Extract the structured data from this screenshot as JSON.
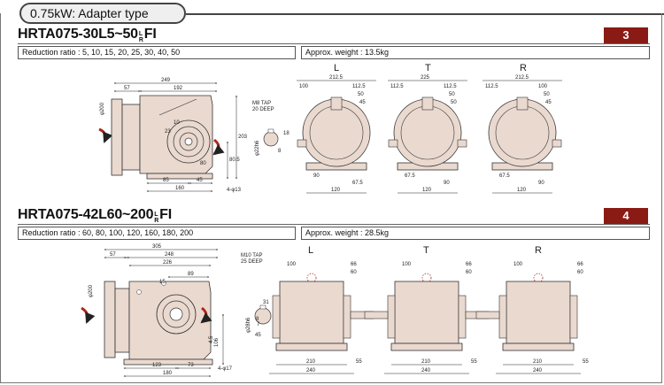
{
  "header": {
    "type_label": "0.75kW: Adapter type"
  },
  "sections": [
    {
      "title_main": "HRTA075-30L5~50",
      "title_frac_top": "L",
      "title_frac_bottom": "R",
      "title_suffix": "FI",
      "page_number": "3",
      "reduction_ratio": "Reduction ratio : 5, 10, 15, 20, 25, 30, 40, 50",
      "approx_weight": "Approx. weight : 13.5kg",
      "tap_label_1": "M8 TAP",
      "tap_label_2": "20 DEEP",
      "shaft_dia": "φ22h6",
      "flange_dia": "φ200",
      "mount_hole": "4-φ13",
      "dims_left": [
        "249",
        "57",
        "192",
        "23",
        "10",
        "80",
        "85",
        "45",
        "160",
        "80.5",
        "203",
        "18",
        "8"
      ],
      "views": [
        {
          "label": "L",
          "top_a": "212.5",
          "top_b": "100",
          "top_c": "112.5",
          "top_d": "50",
          "top_e": "45",
          "bot_a": "90",
          "bot_b": "67.5",
          "bot_c": "120"
        },
        {
          "label": "T",
          "top_a": "225",
          "top_b": "112.5",
          "top_c": "112.5",
          "top_d": "50",
          "top_e": "50",
          "bot_a": "67.5",
          "bot_b": "90",
          "bot_c": "120"
        },
        {
          "label": "R",
          "top_a": "212.5",
          "top_b": "112.5",
          "top_c": "100",
          "top_d": "50",
          "top_e": "45",
          "bot_a": "67.5",
          "bot_b": "90",
          "bot_c": "120"
        }
      ]
    },
    {
      "title_main": "HRTA075-42L60~200",
      "title_frac_top": "L",
      "title_frac_bottom": "R",
      "title_suffix": "FI",
      "page_number": "4",
      "reduction_ratio": "Reduction ratio : 60, 80, 100, 120, 160, 180, 200",
      "approx_weight": "Approx. weight : 28.5kg",
      "tap_label_1": "M10 TAP",
      "tap_label_2": "25 DEEP",
      "shaft_dia": "φ28h6",
      "flange_dia": "φ200",
      "mount_hole": "4-φ17",
      "dims_left": [
        "305",
        "57",
        "248",
        "226",
        "89",
        "15",
        "123",
        "73",
        "180",
        "106",
        "4.5",
        "31",
        "8",
        "7",
        "45"
      ],
      "views": [
        {
          "label": "L",
          "top_a": "100",
          "top_b": "66",
          "top_c": "60",
          "bot_a": "210",
          "bot_b": "240",
          "bot_c": "55"
        },
        {
          "label": "T",
          "top_a": "100",
          "top_b": "66",
          "top_c": "60",
          "bot_a": "210",
          "bot_b": "240",
          "bot_c": "55"
        },
        {
          "label": "R",
          "top_a": "100",
          "top_b": "66",
          "top_c": "60",
          "bot_a": "210",
          "bot_b": "240",
          "bot_c": "55"
        }
      ]
    }
  ],
  "colors": {
    "accent": "#8a1a14",
    "body_fill": "#ead9cf",
    "arrow": "#b0261a"
  }
}
